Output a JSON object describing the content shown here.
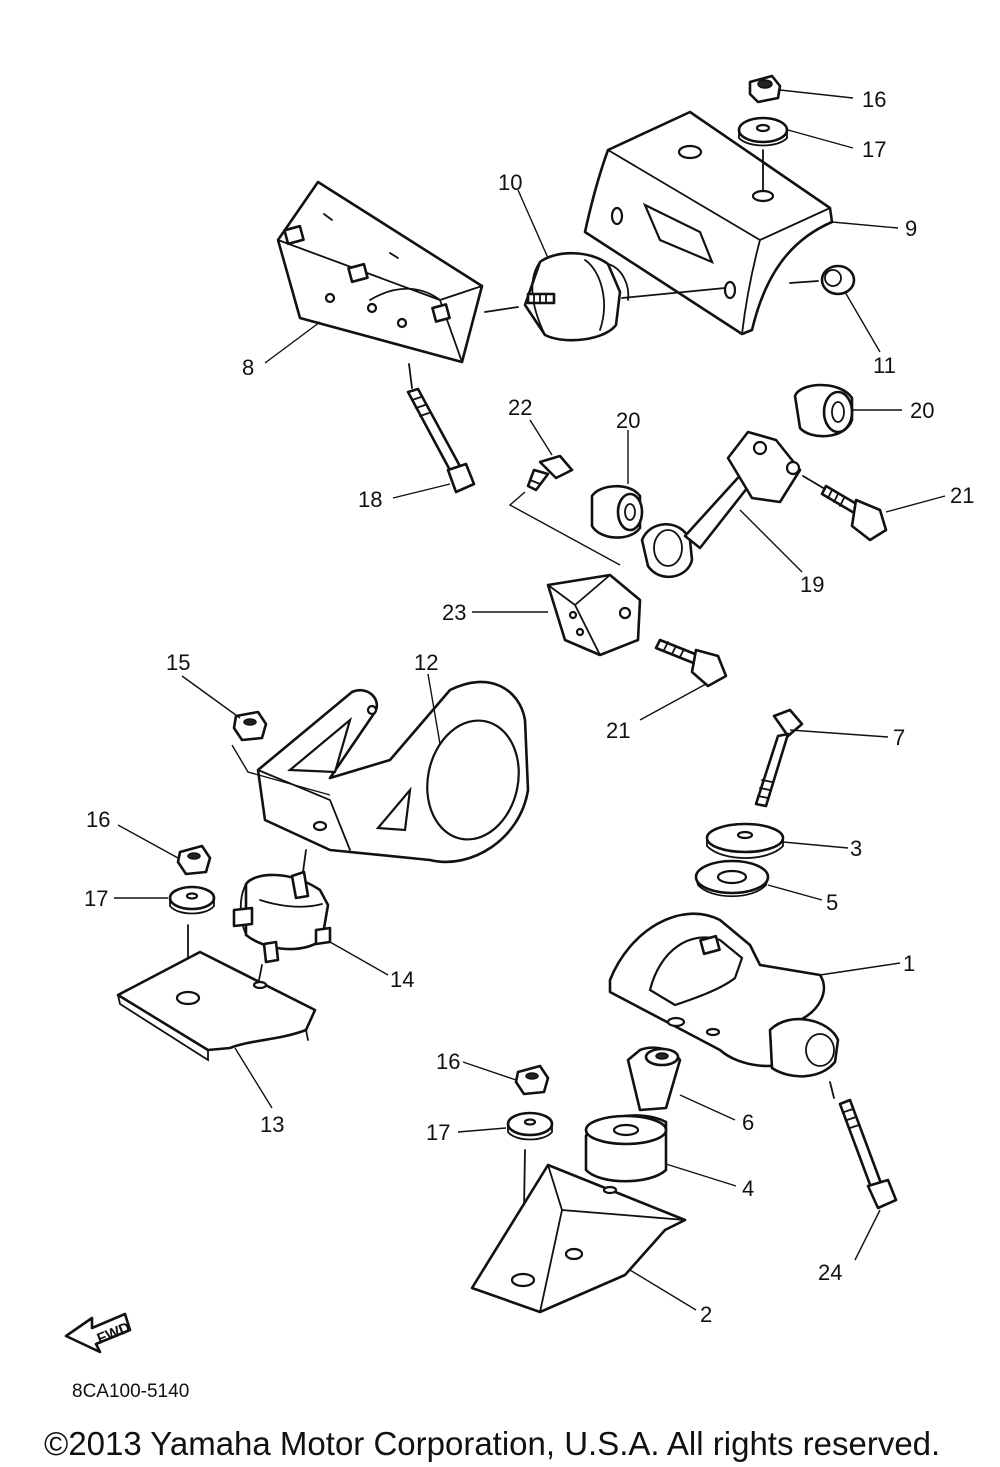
{
  "diagram": {
    "drawing_code": "8CA100-5140",
    "copyright": "©2013 Yamaha Motor Corporation, U.S.A. All rights reserved.",
    "fwd_label": "FWD",
    "callouts": {
      "c1": "1",
      "c2": "2",
      "c3": "3",
      "c4": "4",
      "c5": "5",
      "c6": "6",
      "c7": "7",
      "c8": "8",
      "c9": "9",
      "c10": "10",
      "c11": "11",
      "c12": "12",
      "c13": "13",
      "c14": "14",
      "c15": "15",
      "c16a": "16",
      "c16b": "16",
      "c16c": "16",
      "c17a": "17",
      "c17b": "17",
      "c17c": "17",
      "c18": "18",
      "c19": "19",
      "c20a": "20",
      "c20b": "20",
      "c21a": "21",
      "c21b": "21",
      "c22": "22",
      "c23": "23",
      "c24": "24"
    }
  }
}
